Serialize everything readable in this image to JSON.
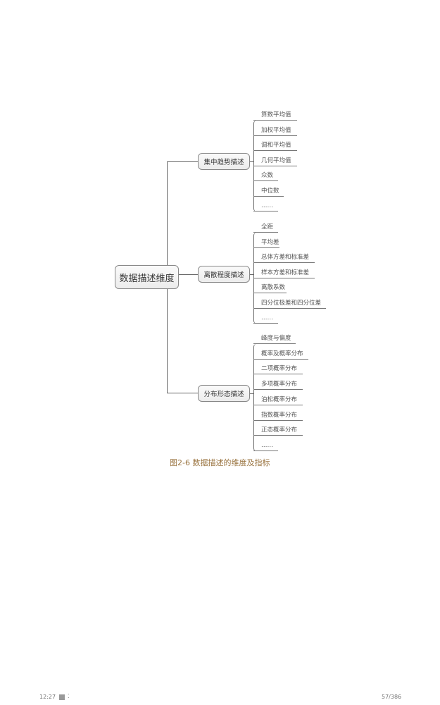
{
  "diagram": {
    "root": "数据描述维度",
    "branches": [
      {
        "label": "集中趋势描述",
        "leaves": [
          "算数平均值",
          "加权平均值",
          "调和平均值",
          "几何平均值",
          "众数",
          "中位数",
          "……"
        ]
      },
      {
        "label": "离散程度描述",
        "leaves": [
          "全距",
          "平均差",
          "总体方差和标准差",
          "样本方差和标准差",
          "离散系数",
          "四分位极差和四分位差",
          "……"
        ]
      },
      {
        "label": "分布形态描述",
        "leaves": [
          "峰度与偏度",
          "概率及概率分布",
          "二项概率分布",
          "多项概率分布",
          "泊松概率分布",
          "指数概率分布",
          "正态概率分布",
          "……"
        ]
      }
    ],
    "caption": "图2-6 数据描述的维度及指标"
  },
  "status_bar": {
    "time": "12:27",
    "battery_icon": "battery-icon",
    "page": "57/386"
  }
}
